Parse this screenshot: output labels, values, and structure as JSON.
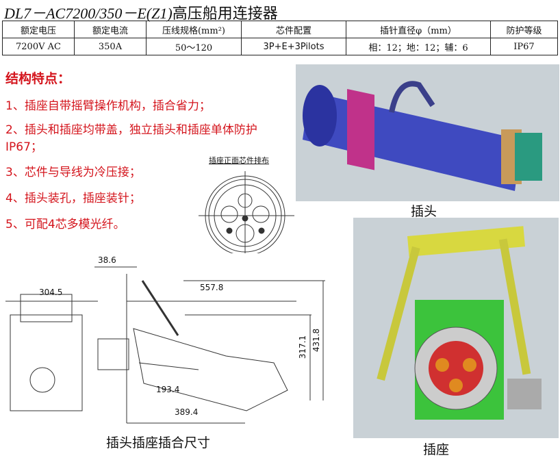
{
  "title": {
    "model": "DL7－AC7200/350－E(Z1)",
    "name": "高压船用连接器"
  },
  "spec_table": {
    "headers": [
      "额定电压",
      "额定电流",
      "压线规格(mm²)",
      "芯件配置",
      "插针直径φ（mm）",
      "防护等级"
    ],
    "values": [
      "7200V AC",
      "350A",
      "50～120",
      "3P+E+3Pilots",
      "相：12；地：12；辅：6",
      "IP67"
    ]
  },
  "features": {
    "heading": "结构特点：",
    "items": [
      "1、插座自带摇臂操作机构，插合省力；",
      "2、插头和插座均带盖，独立插头和插座单体防护IP67；",
      "3、芯件与导线为冷压接；",
      "4、插头装孔，插座装针；",
      "5、可配4芯多模光纤。"
    ]
  },
  "pin_layout_label": "插座正面芯件排布",
  "plug_caption": "插头",
  "socket_caption": "插座",
  "drawing": {
    "caption": "插头插座插合尺寸",
    "dims": [
      "38.6",
      "304.5",
      "557.8",
      "193.4",
      "389.4",
      "317.1",
      "431.8"
    ]
  }
}
